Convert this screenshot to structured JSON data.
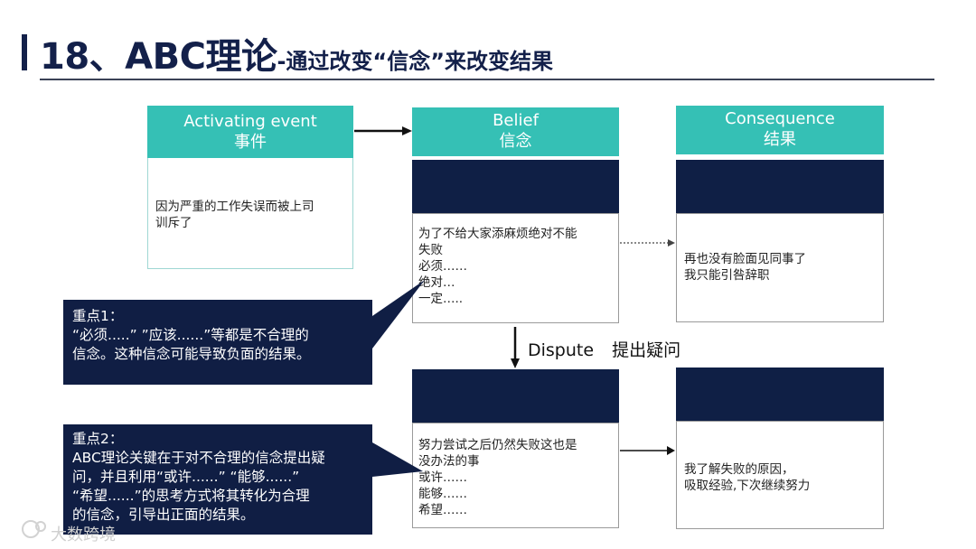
{
  "title": {
    "main": "18、ABC理论",
    "sub": "-通过改变“信念”来改变结果"
  },
  "event": {
    "header_en": "Activating event",
    "header_zh": "事件",
    "lines": [
      "因为严重的工作失误而被上司",
      "训斥了"
    ]
  },
  "belief": {
    "header_en": "Belief",
    "header_zh": "信念",
    "lines": [
      "为了不给大家添麻烦绝对不能",
      "失败",
      "必须……",
      "绝对…",
      "一定….."
    ]
  },
  "consequence": {
    "header_en": "Consequence",
    "header_zh": "结果",
    "lines": [
      "再也没有脸面见同事了",
      "我只能引咎辞职"
    ]
  },
  "dispute_label": {
    "en": "Dispute",
    "zh": "提出疑问"
  },
  "new_belief": {
    "lines": [
      "努力尝试之后仍然失败这也是",
      "没办法的事",
      "或许……",
      "能够……",
      "希望……"
    ]
  },
  "new_result": {
    "lines": [
      "我了解失败的原因，",
      "吸取经验,下次继续努力"
    ]
  },
  "note1": {
    "lines": [
      "重点1：",
      "“必须.....” ”应该......”等都是不合理的",
      "信念。这种信念可能导致负面的结果。"
    ]
  },
  "note2": {
    "lines": [
      "重点2：",
      "ABC理论关键在于对不合理的信念提出疑",
      "问，并且利用“或许......” “能够......”",
      " “希望......”的思考方式将其转化为合理",
      "的信念，引导出正面的结果。"
    ]
  },
  "watermark": "大数跨境",
  "colors": {
    "teal": "#35c0b5",
    "navy": "#0f1f45",
    "title": "#13204a"
  }
}
